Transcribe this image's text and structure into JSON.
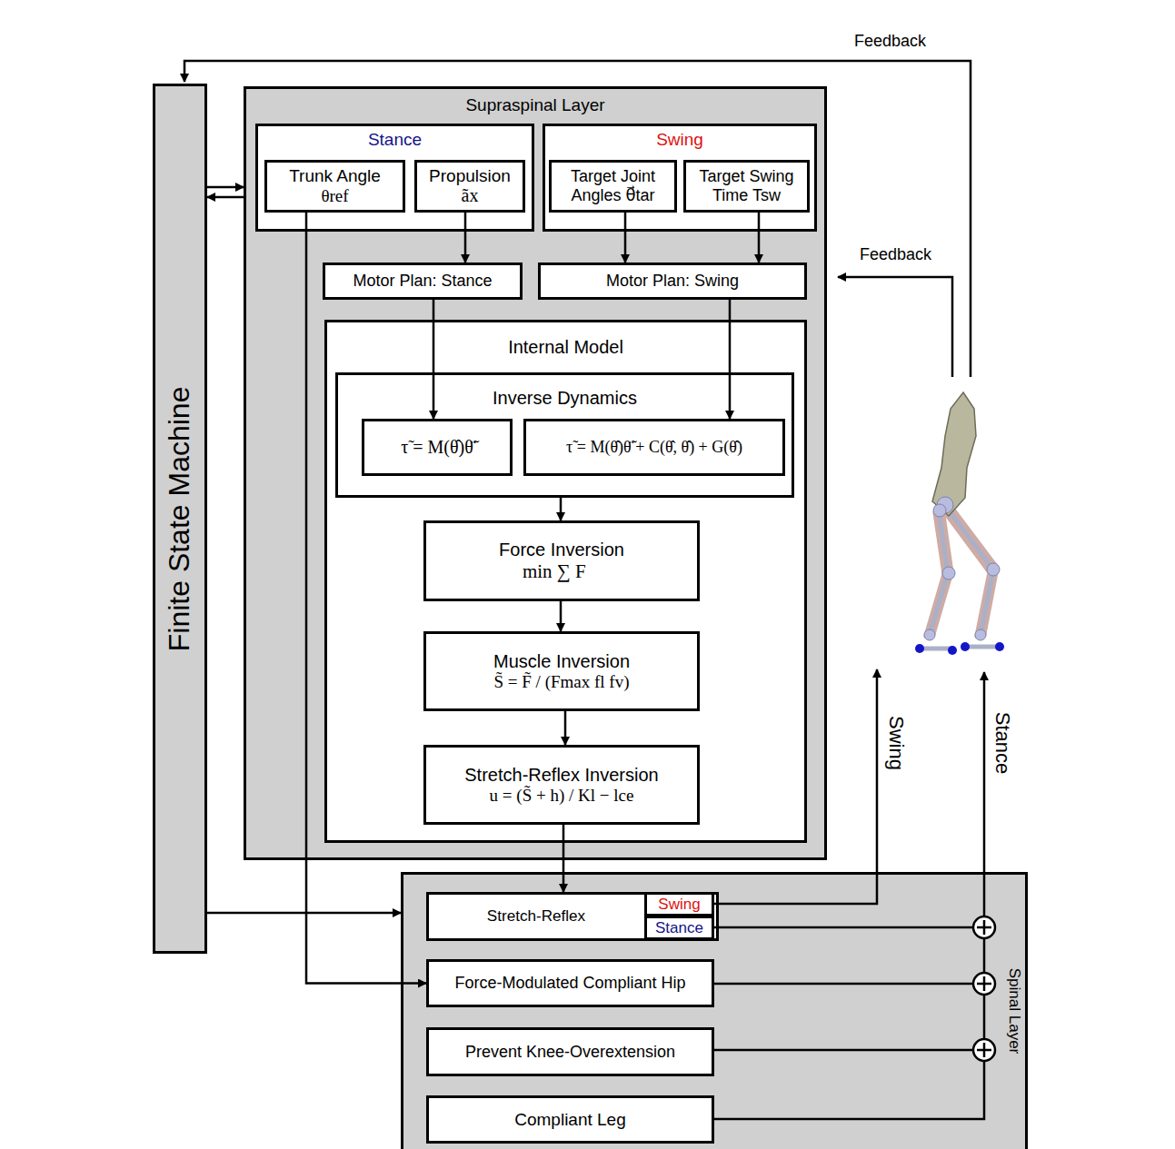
{
  "diagram": {
    "nodes": [
      {
        "text": [
          "Finite State Machine"
        ]
      },
      {
        "text": [
          "Supraspinal Layer"
        ]
      },
      {
        "text": [
          "Stance"
        ],
        "in": 1
      },
      {
        "text": [
          "Trunk Angle",
          "θref"
        ],
        "in": 2
      },
      {
        "text": [
          "Propulsion",
          "ãx"
        ],
        "in": 2
      },
      {
        "text": [
          "Swing"
        ],
        "in": 1
      },
      {
        "text": [
          "Target Joint Angles θ⃗tar"
        ],
        "in": 5
      },
      {
        "text": [
          "Target Swing Time Tsw"
        ],
        "in": 5
      },
      {
        "text": [
          "Motor Plan: Stance"
        ],
        "in": 1
      },
      {
        "text": [
          "Motor Plan: Swing"
        ],
        "in": 1
      },
      {
        "text": [
          "Internal Model"
        ],
        "in": 1
      },
      {
        "text": [
          "Inverse Dynamics"
        ],
        "in": 10
      },
      {
        "text": [
          "τ̃ = M(θ̂)θ̈̃"
        ],
        "in": 11
      },
      {
        "text": [
          "τ̃ = M(θ̂)θ̈̃ + C(θ̂, θ̂̇) + G(θ̂)"
        ],
        "in": 11
      },
      {
        "text": [
          "Force Inversion",
          "min ∑ F⃗"
        ],
        "in": 10
      },
      {
        "text": [
          "Muscle Inversion",
          "S̃ = F̃ / (Fmax fl fv)"
        ],
        "in": 10
      },
      {
        "text": [
          "Stretch-Reflex Inversion",
          "u = (S̃ + h) / Kl − lce"
        ],
        "in": 10
      },
      {
        "text": [
          "Spinal Layer"
        ]
      },
      {
        "text": [
          "Stretch-Reflex"
        ],
        "in": 17
      },
      {
        "text": [
          "Swing"
        ],
        "in": 18
      },
      {
        "text": [
          "Stance"
        ],
        "in": 18
      },
      {
        "text": [
          "Force-Modulated Compliant Hip"
        ],
        "in": 17
      },
      {
        "text": [
          "Prevent Knee-Overextension"
        ],
        "in": 17
      },
      {
        "text": [
          "Compliant Leg"
        ],
        "in": 17
      }
    ],
    "edges": [
      {
        "from": 0,
        "to": 1,
        "arrow": "to"
      },
      {
        "from": 1,
        "to": 0,
        "arrow": "to"
      },
      {
        "from": 3,
        "to": 21,
        "arrow": "to"
      },
      {
        "from": 4,
        "to": 8,
        "arrow": "to"
      },
      {
        "from": 6,
        "to": 9,
        "arrow": "to"
      },
      {
        "from": 7,
        "to": 9,
        "arrow": "to"
      },
      {
        "from": 8,
        "to": 12,
        "arrow": "to"
      },
      {
        "from": 9,
        "to": 13,
        "arrow": "to"
      },
      {
        "from": 11,
        "to": 14,
        "arrow": "to"
      },
      {
        "from": 14,
        "to": 15,
        "arrow": "to"
      },
      {
        "from": 15,
        "to": 16,
        "arrow": "to"
      },
      {
        "from": 16,
        "to": 18,
        "arrow": "to"
      },
      {
        "from": 0,
        "to": 17,
        "arrow": "to"
      }
    ],
    "labels": [
      "Feedback",
      "Feedback",
      "Swing",
      "Stance"
    ]
  }
}
